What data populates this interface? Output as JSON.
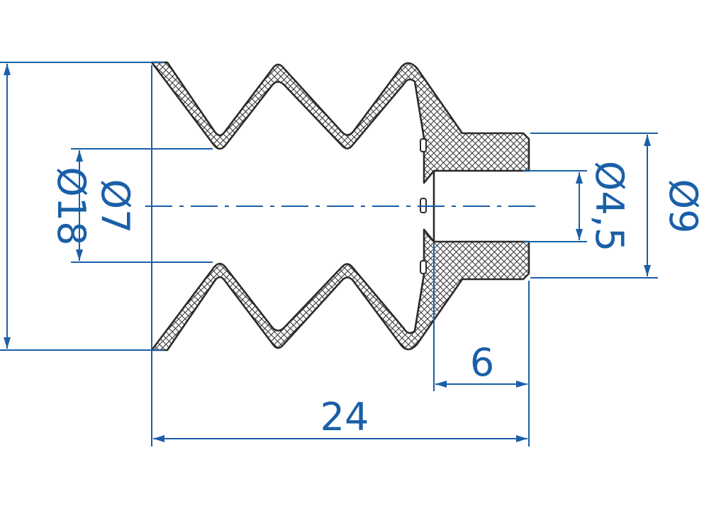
{
  "drawing": {
    "colors": {
      "dimension": "#1a5fa8",
      "outline": "#2a2a2a",
      "hatch": "#3a3a3a",
      "background": "#ffffff"
    },
    "dimensions": {
      "outer_diameter": "Ø18",
      "inner_diameter": "Ø7",
      "bore_diameter": "Ø4,5",
      "neck_diameter": "Ø9",
      "neck_length": "6",
      "total_length": "24"
    }
  }
}
